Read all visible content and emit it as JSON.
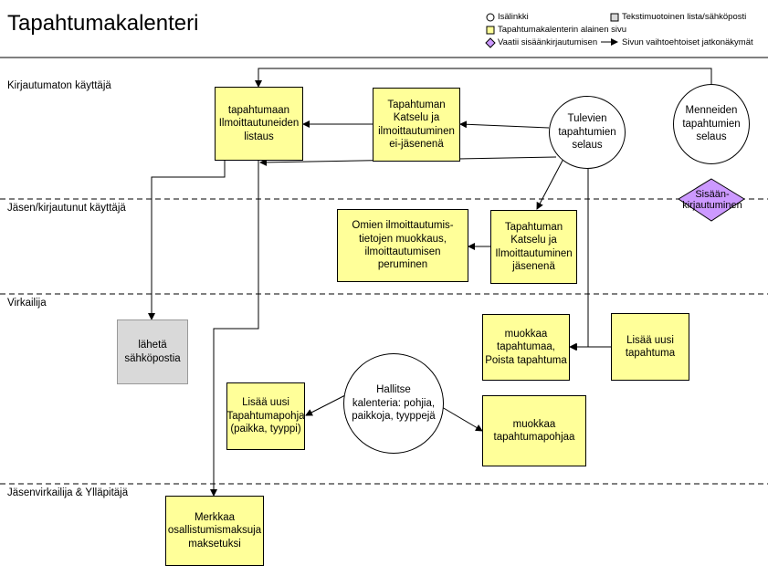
{
  "title": "Tapahtumakalenteri",
  "legend": {
    "circle": "Isälinkki",
    "grey_box": "Tekstimuotoinen lista/sähköposti",
    "yellow_box": "Tapahtumakalenterin alainen sivu",
    "diamond": "Vaatii sisäänkirjautumisen",
    "arrow": "Sivun vaihtoehtoiset jatkonäkymät"
  },
  "lanes": [
    "Kirjautumaton käyttäjä",
    "Jäsen/kirjautunut käyttäjä",
    "Virkailija",
    "Jäsenvirkailija & Ylläpitäjä"
  ],
  "nodes": {
    "ilmoittautuneiden_listaus": "tapahtumaan\nIlmoittautuneiden\nlistaus",
    "katselu_ei_jasen": "Tapahtuman\nKatselu ja\nilmoittautuminen\nei-jäsenenä",
    "tulevien": "Tulevien\ntapahtumien\nselaus",
    "menneiden": "Menneiden\ntapahtumien\nselaus",
    "sisaankirjautuminen": "Sisään-\nkirjautuminen",
    "omien_muokkaus": "Omien ilmoittautumis-\ntietojen muokkaus,\nilmoittautumisen\nperuminen",
    "katselu_jasen": "Tapahtuman\nKatselu ja\nIlmoittautuminen\njäsenenä",
    "laheta_sahkopostia": "lähetä\nsähköpostia",
    "muokkaa_tapahtumaa": "muokkaa\ntapahtumaa,\nPoista tapahtuma",
    "lisaa_tapahtuma": "Lisää uusi\ntapahtuma",
    "lisaa_pohja": "Lisää uusi\nTapahtumapohja\n(paikka, tyyppi)",
    "hallitse": "Hallitse\nkalenteria: pohjia,\npaikkoja, tyyppejä",
    "muokkaa_pohjaa": "muokkaa\ntapahtumapohjaa",
    "merkkaa": "Merkkaa\nosallistumismaksuja\nmaksetuksi"
  }
}
